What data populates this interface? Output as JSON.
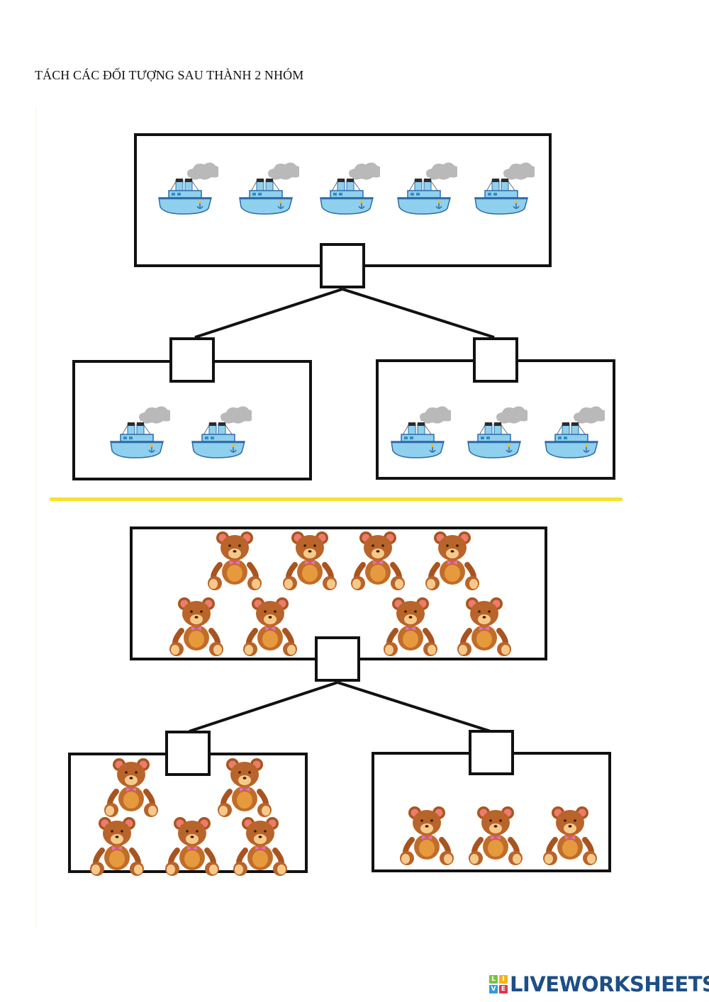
{
  "worksheet": {
    "title": "TÁCH CÁC ĐỐI TƯỢNG SAU THÀNH 2 NHÓM",
    "section_boats": {
      "object": "boat",
      "total_count": 5,
      "answer_boxes": {
        "total": "",
        "left": "",
        "right": ""
      },
      "left_group_count": 2,
      "right_group_count": 3
    },
    "section_bears": {
      "object": "teddy-bear",
      "total_count": 8,
      "answer_boxes": {
        "total": "",
        "left": "",
        "right": ""
      },
      "left_group_count": 5,
      "right_group_count": 3
    }
  },
  "colors": {
    "divider": "#f5e32a",
    "border": "#111111",
    "logo_text": "#1c4f86",
    "logo_tiles": [
      "#7cc242",
      "#f4b21b",
      "#2e9be0",
      "#e5334b"
    ]
  },
  "footer": {
    "logo_tiles": [
      "L",
      "I",
      "V",
      "E"
    ],
    "logo_text": "LIVEWORKSHEETS"
  }
}
